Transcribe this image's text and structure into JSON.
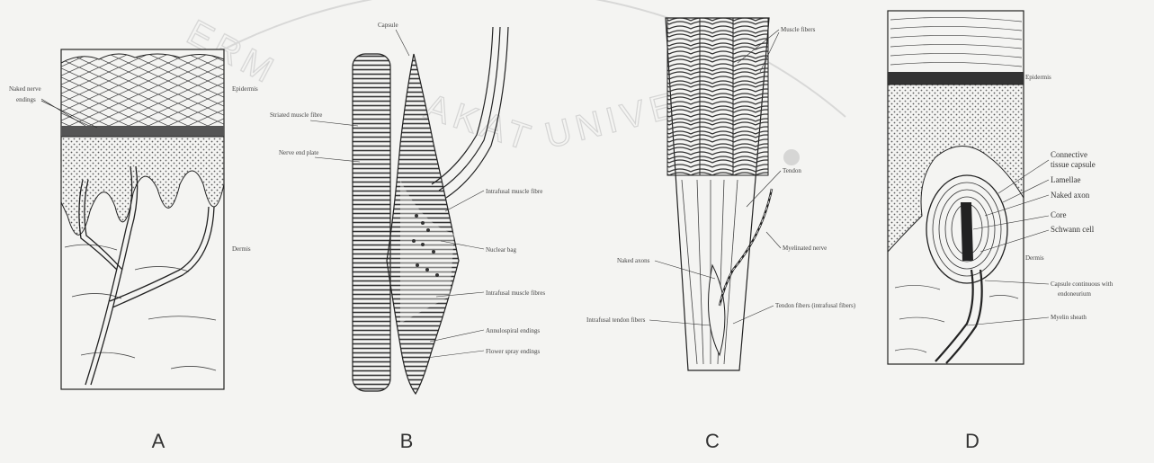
{
  "watermark": {
    "text_left": "ERM",
    "text_mid": "AKAT",
    "text_right": "UNIVE"
  },
  "panels": [
    {
      "letter": "A",
      "labels": [
        "Epidermis",
        "Naked nerve",
        "endings",
        "Dermis"
      ]
    },
    {
      "letter": "B",
      "labels": [
        "Capsule",
        "Striated muscle fibre",
        "Nerve end plate",
        "Intrafusal muscle fibre",
        "Nuclear bag",
        "Intrafusal muscle fibres",
        "Annulospiral endings",
        "Flower spray endings"
      ]
    },
    {
      "letter": "C",
      "labels": [
        "Muscle fibers",
        "Tendon",
        "Myelinated nerve",
        "Naked axons",
        "Tendon fibers (intrafusal fibers)",
        "Intrafusal tendon fibers"
      ]
    },
    {
      "letter": "D",
      "labels": [
        "Epidermis",
        "Connective",
        "tissue capsule",
        "Lamellae",
        "Naked axon",
        "Core",
        "Schwann cell",
        "Dermis",
        "Capsule continuous with",
        "endoneurium",
        "Myelin sheath"
      ]
    }
  ]
}
